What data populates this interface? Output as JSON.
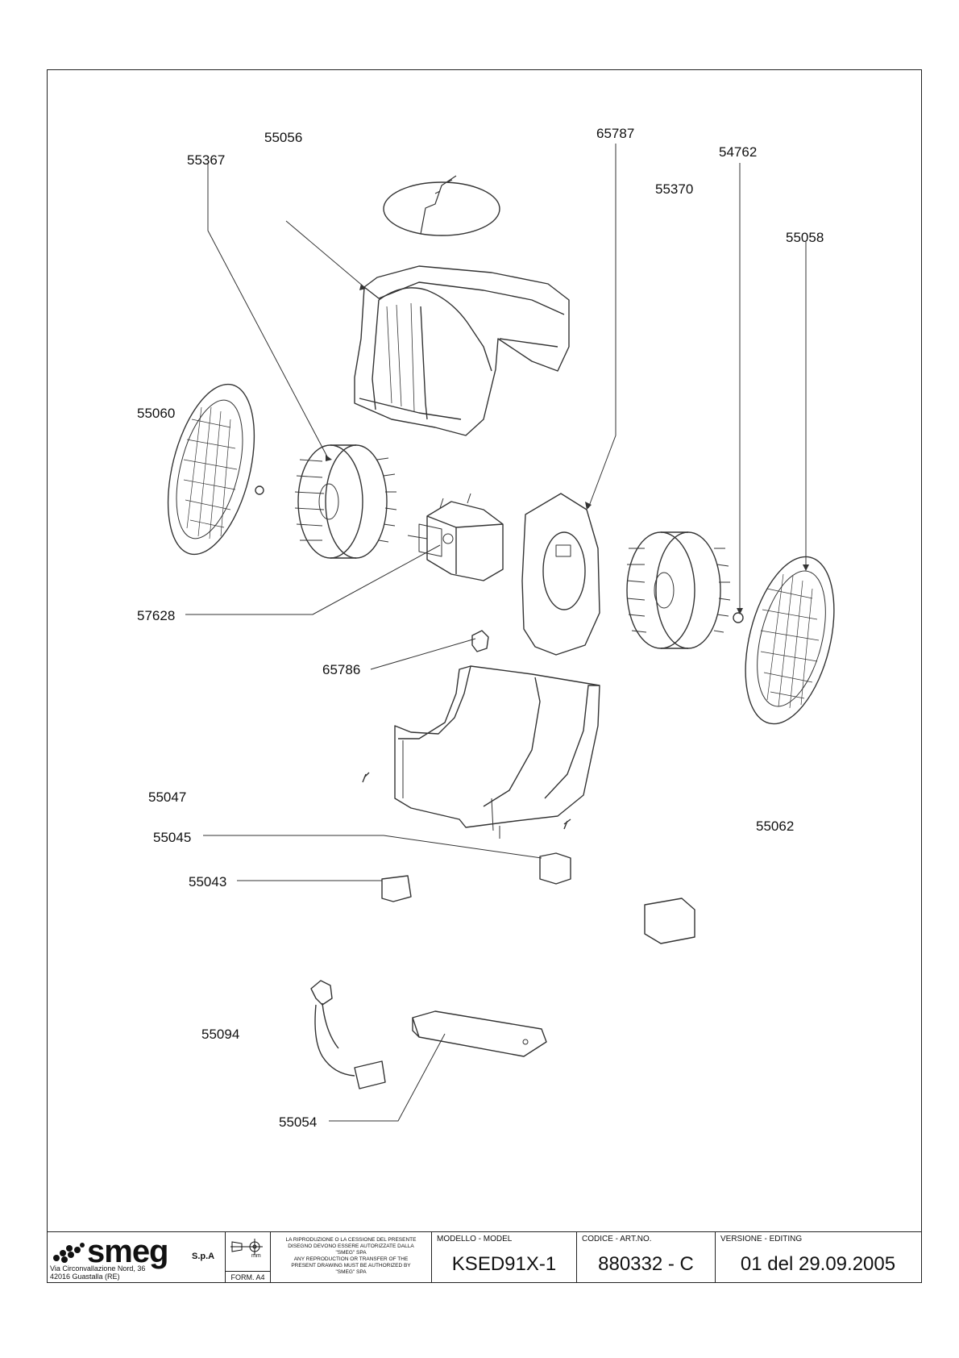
{
  "parts": {
    "p55056": "55056",
    "p55367": "55367",
    "p65787": "65787",
    "p54762": "54762",
    "p55370": "55370",
    "p55058": "55058",
    "p55060": "55060",
    "p57628": "57628",
    "p65786": "65786",
    "p55047": "55047",
    "p55045": "55045",
    "p55062": "55062",
    "p55043": "55043",
    "p55094": "55094",
    "p55054": "55054"
  },
  "company": {
    "logo": "smeg",
    "suffix": "S.p.A",
    "address1": "Via Circonvallazione Nord, 36",
    "address2": "42016  Guastalla (RE)"
  },
  "format": {
    "unit": "mm",
    "sheet": "FORM. A4"
  },
  "notice": {
    "it_1": "LA RIPRODUZIONE O LA CESSIONE DEL PRESENTE",
    "it_2": "DISEGNO DEVONO ESSERE AUTORIZZATE DALLA",
    "it_3": "\"SMEG\" SPA",
    "en_1": "ANY REPRODUCTION OR TRANSFER OF THE",
    "en_2": "PRESENT DRAWING MUST BE AUTHORIZED BY",
    "en_3": "\"SMEG\" SPA"
  },
  "model": {
    "caption": "MODELLO - MODEL",
    "value": "KSED91X-1"
  },
  "code": {
    "caption": "CODICE - ART.NO.",
    "value": "880332 - C"
  },
  "version": {
    "caption": "VERSIONE - EDITING",
    "value": "01 del 29.09.2005"
  }
}
